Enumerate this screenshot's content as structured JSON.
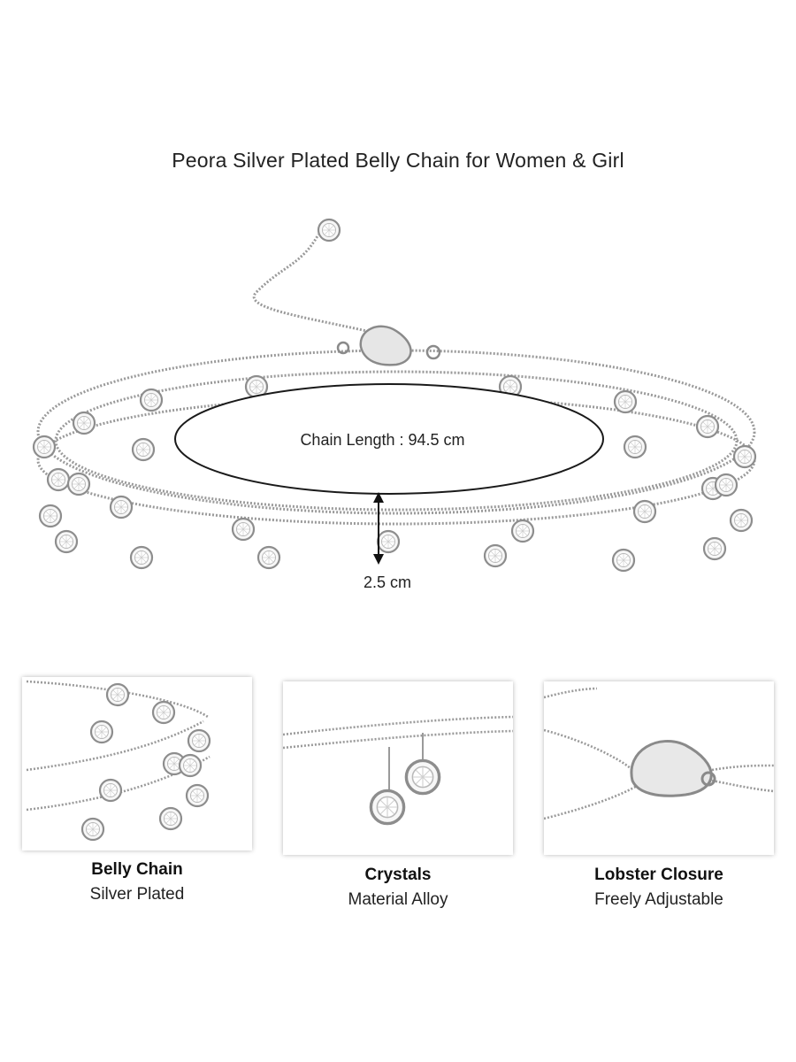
{
  "title": "Peora Silver Plated Belly Chain for Women & Girl",
  "measurements": {
    "chain_length": "Chain Length : 94.5 cm",
    "drop_length": "2.5 cm"
  },
  "features": [
    {
      "title": "Belly Chain",
      "subtitle": "Silver Plated"
    },
    {
      "title": "Crystals",
      "subtitle": "Material Alloy"
    },
    {
      "title": "Lobster Closure",
      "subtitle": "Freely Adjustable"
    }
  ],
  "colors": {
    "silver": "#9a9a9a",
    "background": "#ffffff",
    "text": "#222222"
  }
}
